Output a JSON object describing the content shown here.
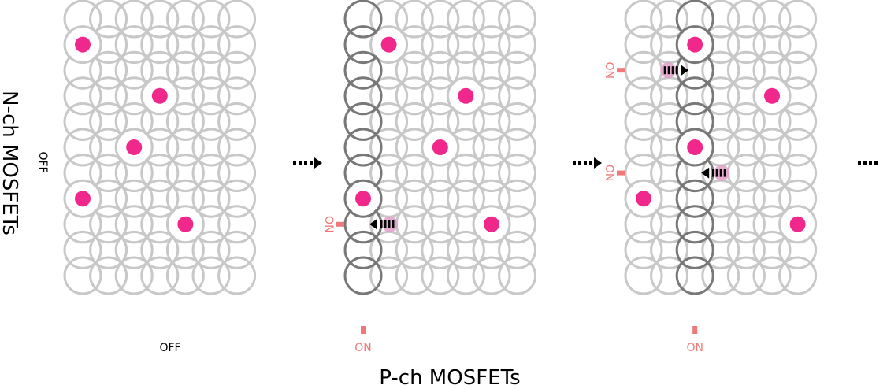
{
  "labels": {
    "y_axis": "N-ch MOSFETs",
    "x_axis": "P-ch MOSFETs",
    "off_vertical": "OFF",
    "off_horizontal": "OFF",
    "on": "ON",
    "ellipsis": "⋯"
  },
  "grid": {
    "cols": 7,
    "rows": 11
  },
  "colors": {
    "circle": "#c8c8c8",
    "circle_active": "#787878",
    "target": "#f0288c",
    "on_text": "#f07878",
    "on_ring": "#f07878",
    "arrow": "#000000",
    "ghost": "#e0a0c8"
  },
  "panels": [
    {
      "id": "panel-1",
      "active_column": null,
      "targets": [
        [
          1,
          2
        ],
        [
          4,
          4
        ],
        [
          3,
          6
        ],
        [
          1,
          8
        ],
        [
          5,
          9
        ]
      ],
      "on_rows": [],
      "moves": []
    },
    {
      "id": "panel-2",
      "active_column": 1,
      "targets": [
        [
          2,
          2
        ],
        [
          5,
          4
        ],
        [
          4,
          6
        ],
        [
          1,
          8
        ],
        [
          6,
          9
        ]
      ],
      "on_rows": [
        8
      ],
      "moves": [
        {
          "row": 8,
          "direction": "left"
        }
      ]
    },
    {
      "id": "panel-3",
      "active_column": 3,
      "targets": [
        [
          3,
          2
        ],
        [
          6,
          4
        ],
        [
          3,
          6
        ],
        [
          1,
          8
        ],
        [
          7,
          9
        ]
      ],
      "on_rows": [
        2,
        6
      ],
      "moves": [
        {
          "row": 2,
          "direction": "right"
        },
        {
          "row": 6,
          "direction": "left"
        }
      ]
    }
  ]
}
